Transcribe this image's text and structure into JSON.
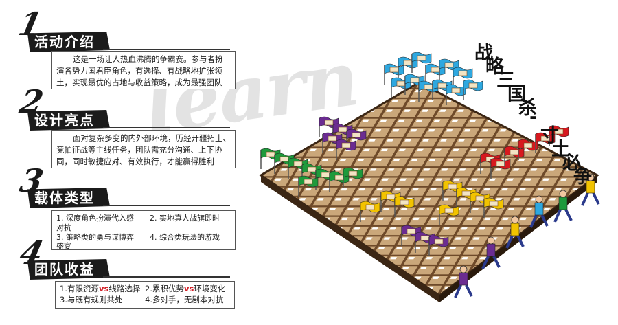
{
  "sections": [
    {
      "number": "1",
      "title": "活动介绍",
      "lines": [
        "这是一场让人热血沸腾的争霸赛。参与者扮",
        "演各势力国君臣角色，有选择、有战略地扩张领",
        "土，实现最优的占地与收益策略，成为最强团队"
      ]
    },
    {
      "number": "2",
      "title": "设计亮点",
      "lines": [
        "面对复杂多变的内外部环境，历经开疆拓土、",
        "竞拍征战等主线任务，团队需充分沟通、上下协",
        "同，同时敏捷应对、有效执行，才能赢得胜利"
      ]
    },
    {
      "number": "3",
      "title": "载体类型",
      "items": [
        "1. 深度角色扮演代入感",
        "对抗",
        "2. 实地真人战旗即时",
        "3. 策略类的勇与谋博弈",
        "盛宴",
        "4. 综合类玩法的游戏"
      ]
    },
    {
      "number": "4",
      "title": "团队收益",
      "items": [
        {
          "a": "1.有限资源",
          "vs": "vs",
          "b": "线路选择"
        },
        {
          "a": "2.累积优势",
          "vs": "vs",
          "b": "环境变化"
        },
        {
          "a": "3.与既有规则共处",
          "vs": "",
          "b": ""
        },
        {
          "a": "4.多对手，无剧本对抗",
          "vs": "",
          "b": ""
        }
      ]
    }
  ],
  "board_title": "战略三国杀-寸土必争",
  "colors": {
    "blue": "#2ea8e0",
    "purple": "#6b2c91",
    "green": "#1e9a3c",
    "red": "#d7191f",
    "yellow": "#f2c300",
    "vs": "#d31f26"
  }
}
